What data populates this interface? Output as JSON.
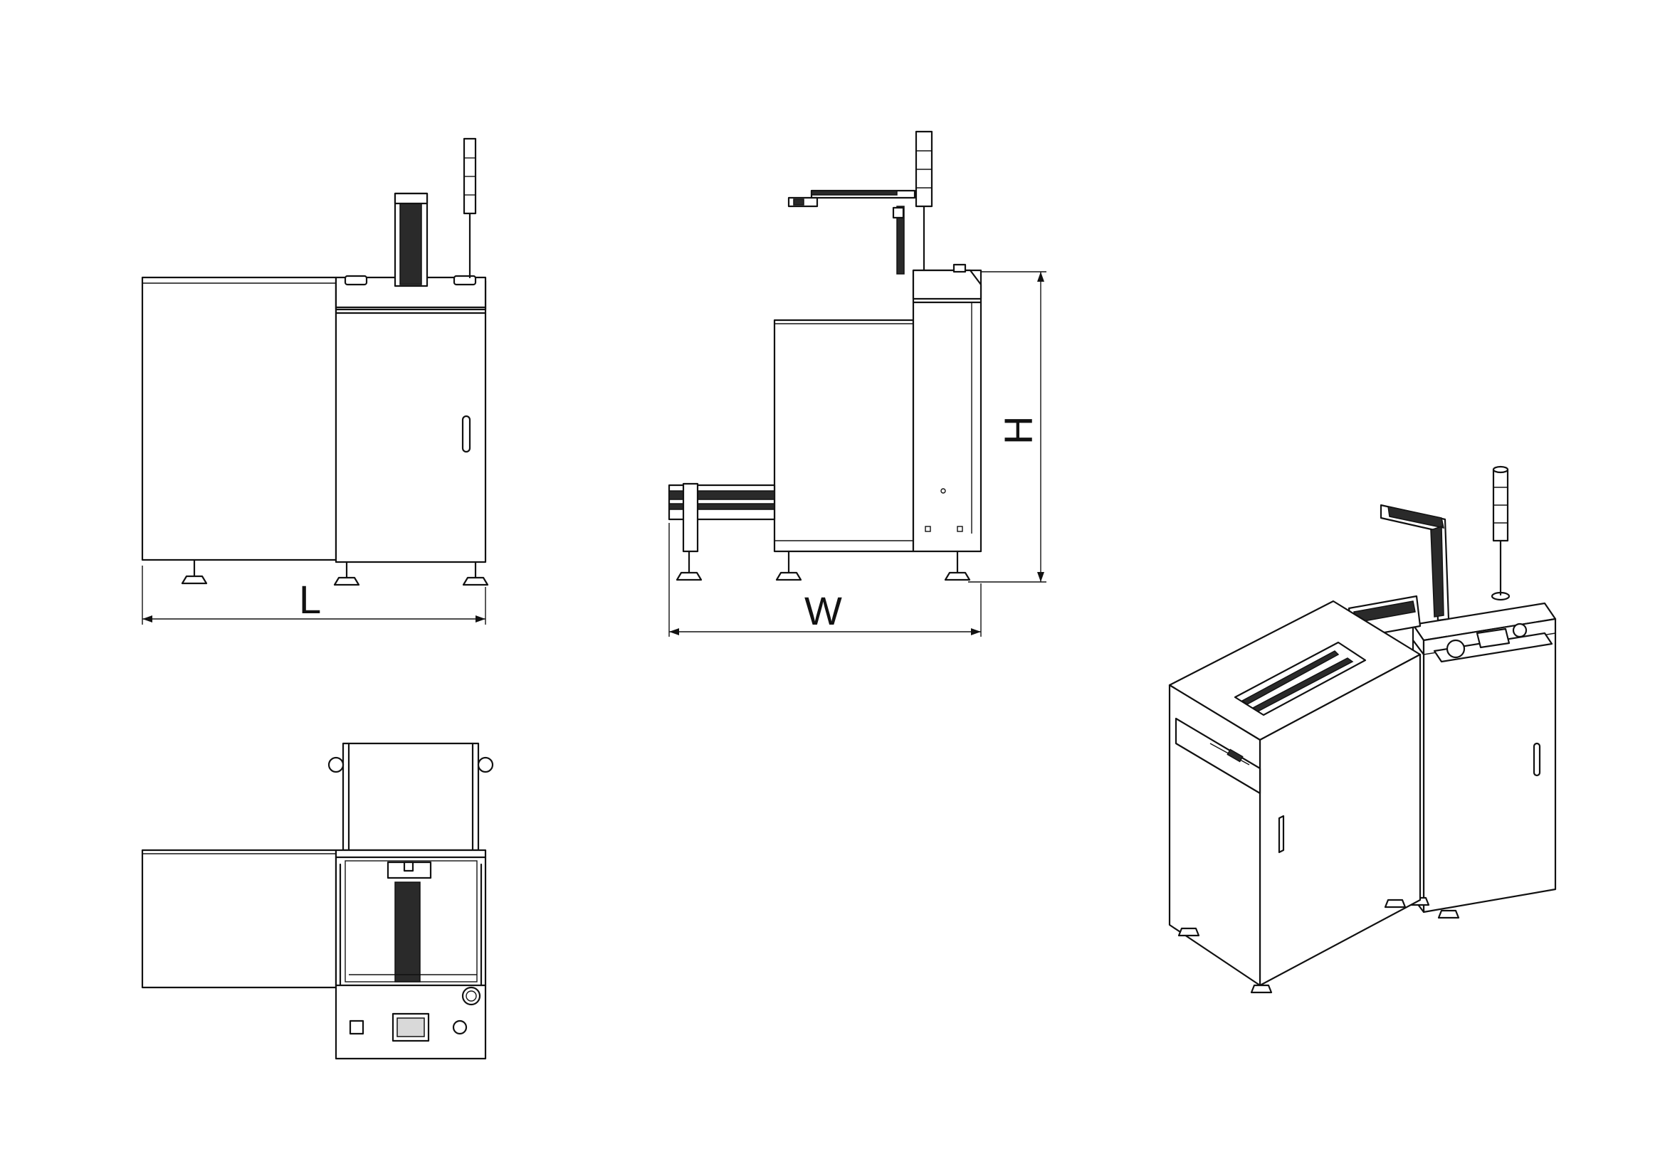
{
  "dimensions": {
    "length_label": "L",
    "width_label": "W",
    "height_label": "H"
  },
  "views": [
    {
      "name": "front-view"
    },
    {
      "name": "side-view"
    },
    {
      "name": "top-view"
    },
    {
      "name": "isometric-view"
    }
  ],
  "colors": {
    "line": "#111111",
    "background": "#ffffff"
  }
}
